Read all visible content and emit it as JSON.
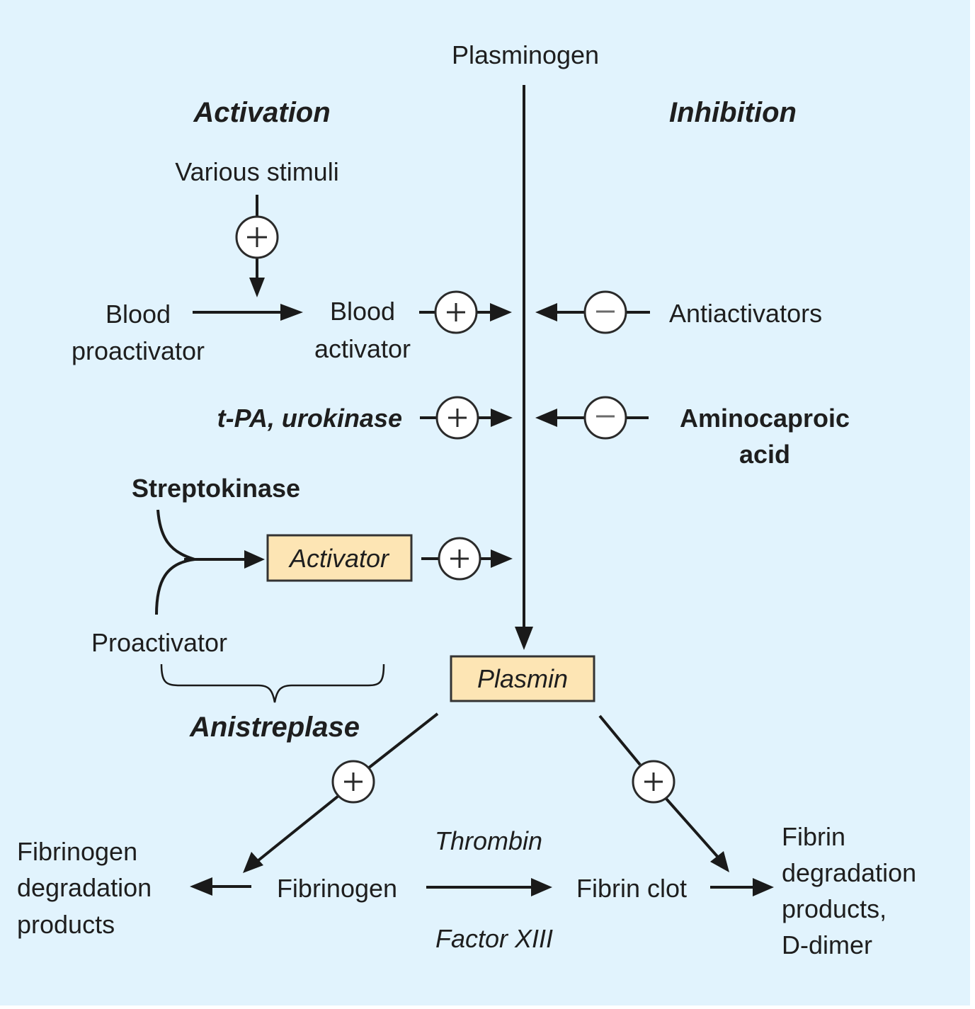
{
  "diagram": {
    "background_color": "#e1f3fd",
    "box_color": "#fde5b4",
    "headings": {
      "activation": "Activation",
      "inhibition": "Inhibition"
    },
    "nodes": {
      "plasminogen": "Plasminogen",
      "various_stimuli": "Various stimuli",
      "blood_proactivator": [
        "Blood",
        "proactivator"
      ],
      "blood_activator": [
        "Blood",
        "activator"
      ],
      "antiactivators": "Antiactivators",
      "tpa_urokinase": "t-PA, urokinase",
      "aminocaproic_acid": [
        "Aminocaproic",
        "acid"
      ],
      "streptokinase": "Streptokinase",
      "activator": "Activator",
      "proactivator": "Proactivator",
      "anistreplase": "Anistreplase",
      "plasmin": "Plasmin",
      "fibrinogen_degradation_products": [
        "Fibrinogen",
        "degradation",
        "products"
      ],
      "fibrinogen": "Fibrinogen",
      "thrombin": "Thrombin",
      "factor_xiii": "Factor XIII",
      "fibrin_clot": "Fibrin clot",
      "fibrin_degradation_products": [
        "Fibrin",
        "degradation",
        "products,",
        "D-dimer"
      ]
    },
    "signs": {
      "plus": "+",
      "minus": "−"
    },
    "edges": [
      {
        "from": "various_stimuli",
        "to": "blood_proactivator_to_activator",
        "effect": "+"
      },
      {
        "from": "blood_proactivator",
        "to": "blood_activator",
        "effect": "conversion"
      },
      {
        "from": "blood_activator",
        "to": "plasminogen_to_plasmin",
        "effect": "+"
      },
      {
        "from": "antiactivators",
        "to": "plasminogen_to_plasmin",
        "effect": "-"
      },
      {
        "from": "tpa_urokinase",
        "to": "plasminogen_to_plasmin",
        "effect": "+"
      },
      {
        "from": "aminocaproic_acid",
        "to": "plasminogen_to_plasmin",
        "effect": "-"
      },
      {
        "from": "streptokinase+proactivator",
        "to": "activator",
        "effect": "combine"
      },
      {
        "from": "activator",
        "to": "plasminogen_to_plasmin",
        "effect": "+"
      },
      {
        "from": "plasminogen",
        "to": "plasmin",
        "effect": "conversion"
      },
      {
        "from": "plasmin",
        "to": "fibrinogen_to_fibrinogen_degradation_products",
        "effect": "+"
      },
      {
        "from": "plasmin",
        "to": "fibrin_clot_to_fibrin_degradation_products",
        "effect": "+"
      },
      {
        "from": "fibrinogen",
        "to": "fibrinogen_degradation_products",
        "effect": "conversion"
      },
      {
        "from": "fibrinogen",
        "to": "fibrin_clot",
        "effect": "conversion",
        "catalysts": [
          "Thrombin",
          "Factor XIII"
        ]
      },
      {
        "from": "fibrin_clot",
        "to": "fibrin_degradation_products",
        "effect": "conversion"
      }
    ]
  }
}
